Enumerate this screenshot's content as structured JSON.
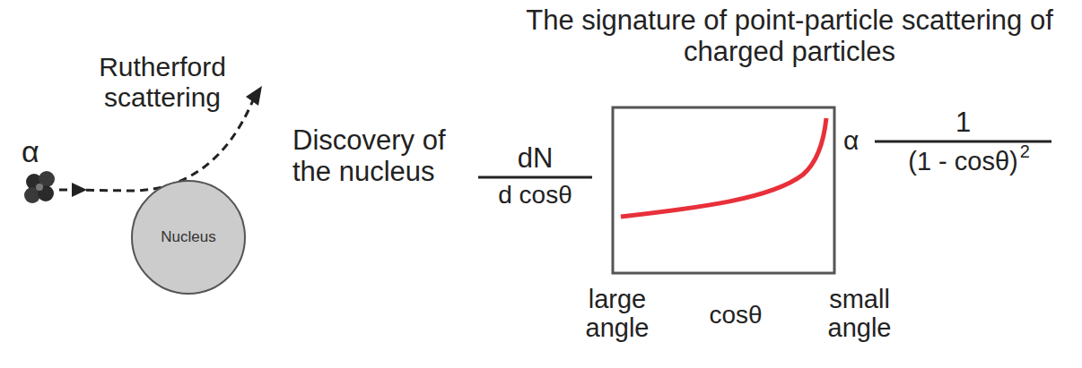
{
  "diagram": {
    "title": "The signature of point-particle scattering of charged particles",
    "nodes": [
      {
        "text": [
          "Nucleus"
        ]
      }
    ],
    "labels": [
      "α",
      "Rutherford scattering",
      "Discovery of the nucleus",
      "dN",
      "d cosθ",
      "α",
      "1",
      "(1 - cosθ)",
      "2",
      "large angle",
      "cosθ",
      "small angle"
    ]
  }
}
